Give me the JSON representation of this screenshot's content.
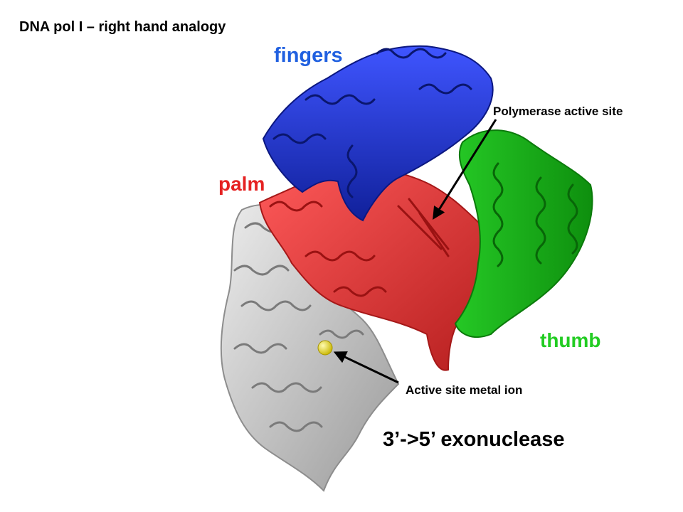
{
  "title": "DNA pol I – right hand analogy",
  "domains": {
    "fingers": {
      "label": "fingers",
      "color": "#2060e0"
    },
    "palm": {
      "label": "palm",
      "color": "#e52222"
    },
    "thumb": {
      "label": "thumb",
      "color": "#22cc22"
    },
    "exonuclease": {
      "label": "3’->5’ exonuclease",
      "color": "#000000"
    }
  },
  "annotations": {
    "polymerase_active_site": "Polymerase active site",
    "metal_ion": "Active site metal ion"
  },
  "structure_colors": {
    "fingers": "#1f2fd0",
    "palm": "#e03a3a",
    "thumb": "#1fb81f",
    "exonuclease": "#c4c4c4",
    "metal_ion": "#e6d81a"
  }
}
